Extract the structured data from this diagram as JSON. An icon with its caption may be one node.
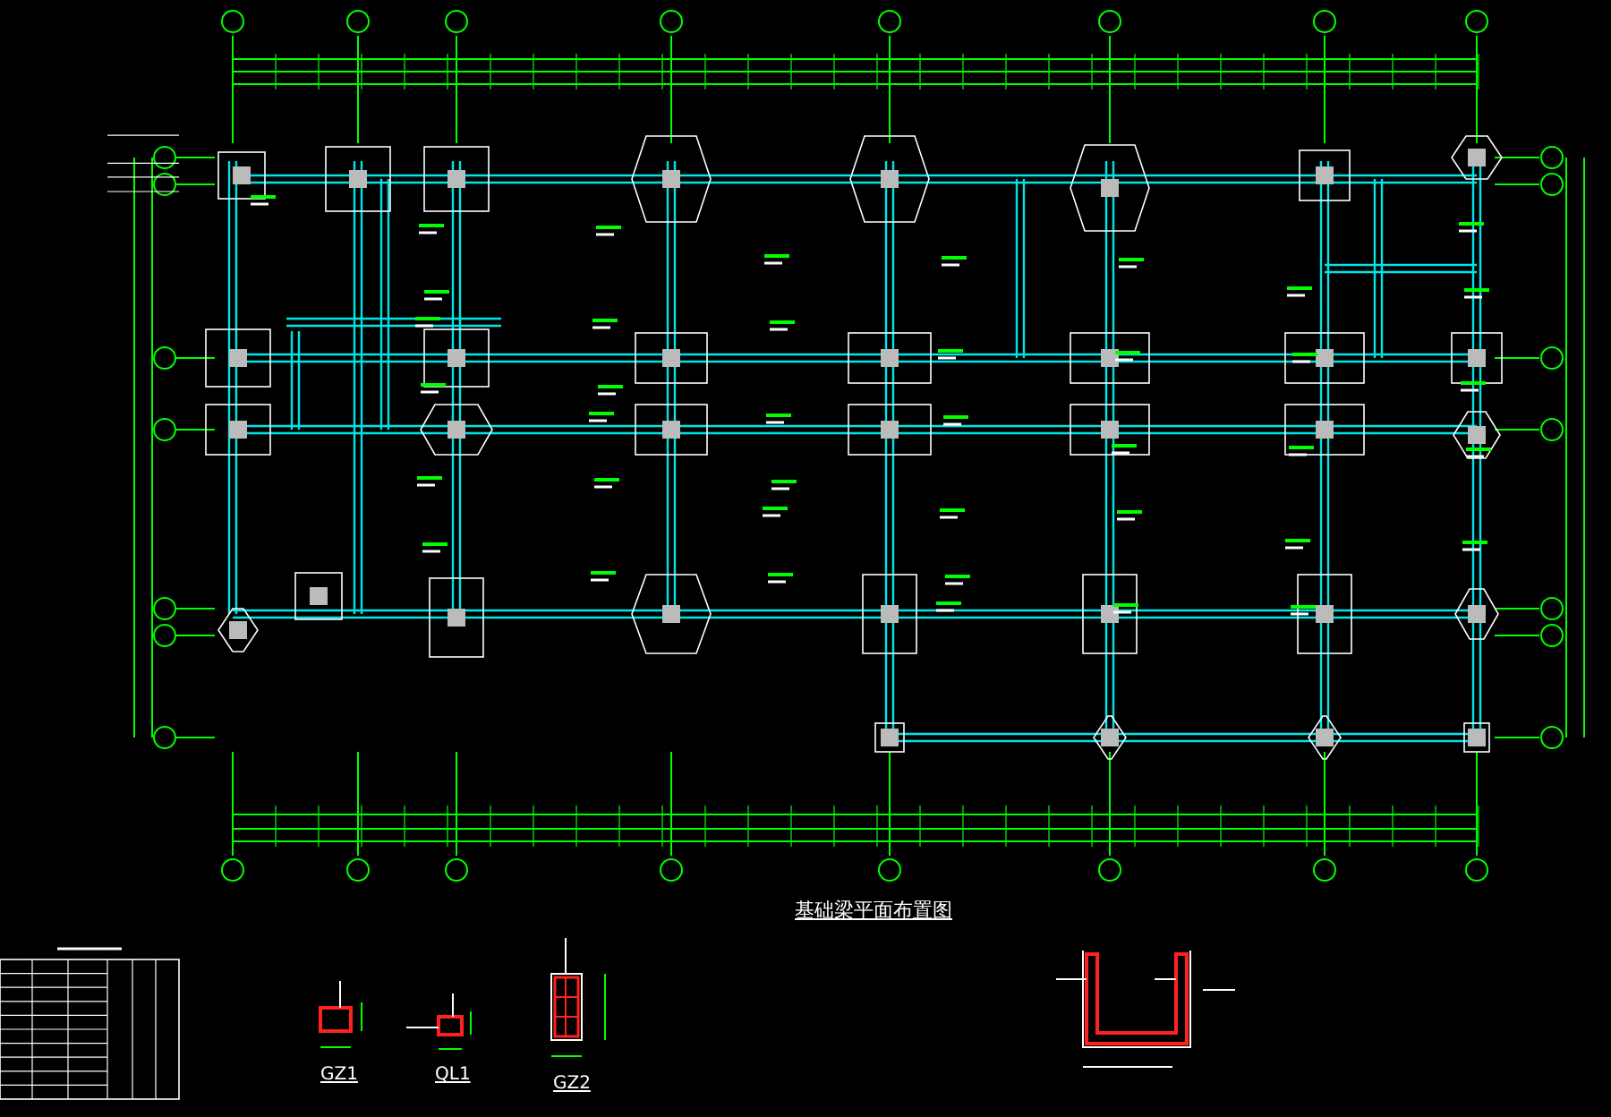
{
  "diagram": {
    "title": "基础梁平面布置图",
    "labels": [
      "GZ1",
      "QL1",
      "GZ2"
    ]
  }
}
